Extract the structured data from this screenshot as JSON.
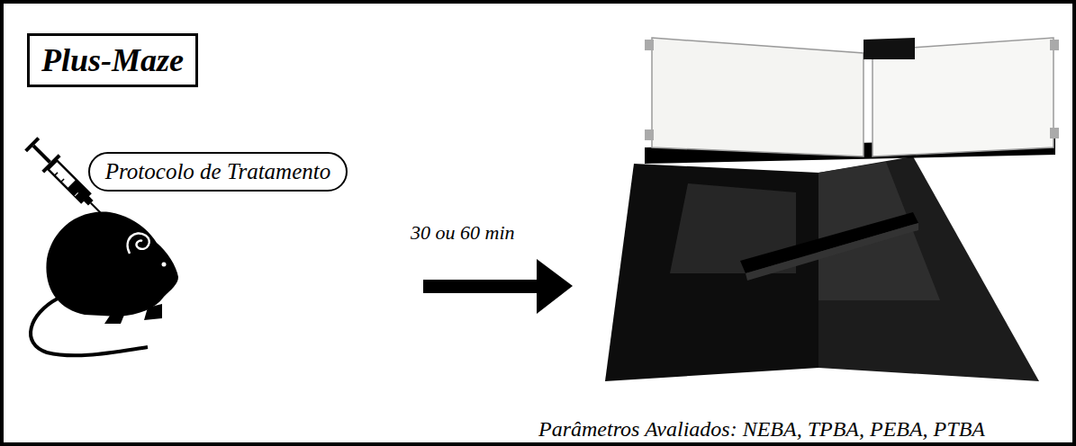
{
  "diagram": {
    "nodes": [
      {
        "text": [
          "Plus-Maze"
        ]
      },
      {
        "text": [
          "Protocolo de Tratamento"
        ]
      }
    ],
    "labels": [
      "30 ou 60 min",
      "Parâmetros Avaliados: NEBA, TPBA, PEBA, PTBA"
    ]
  }
}
